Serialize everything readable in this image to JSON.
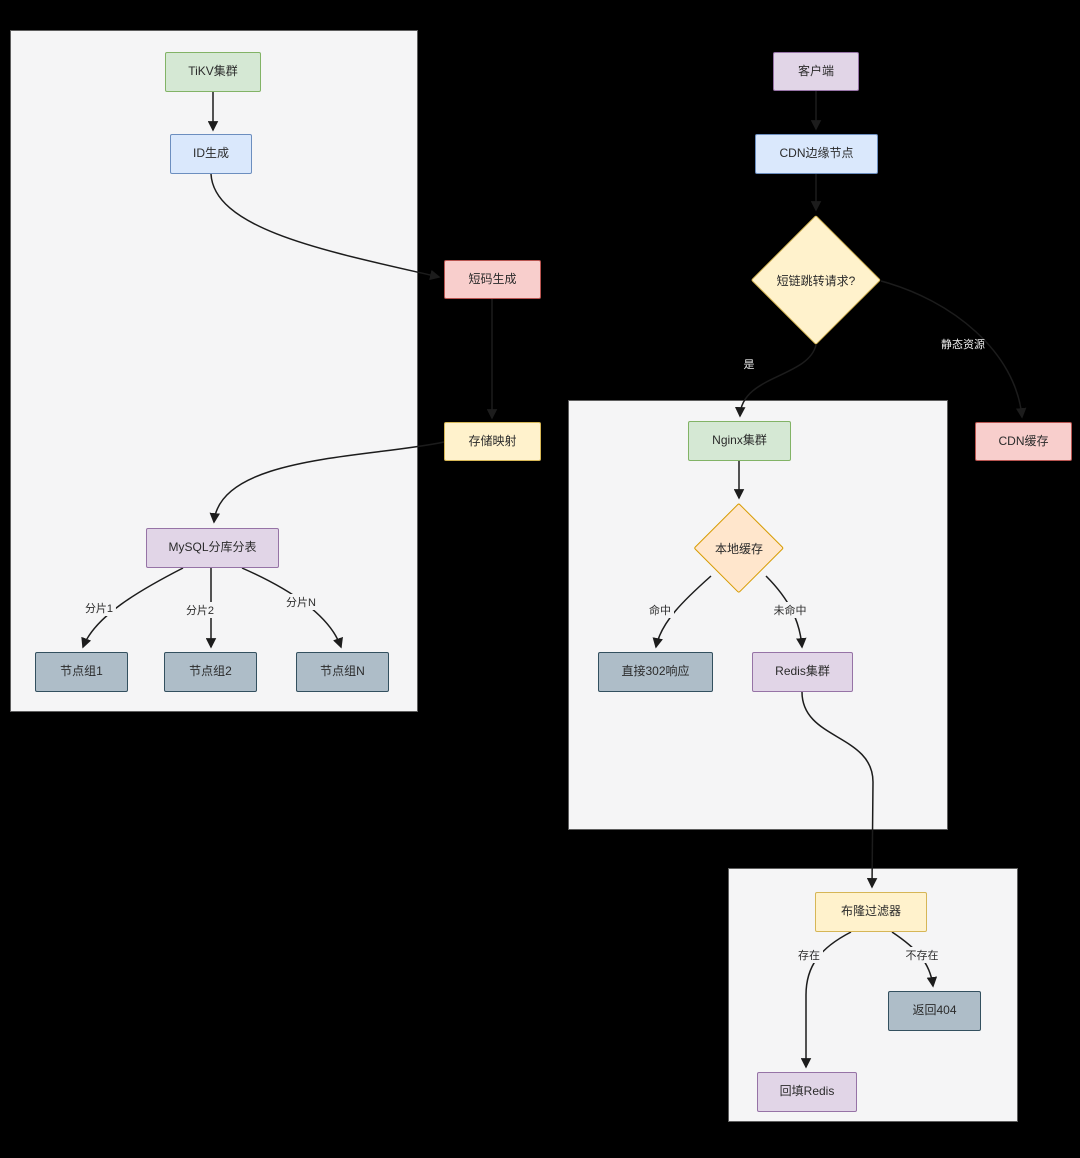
{
  "nodes": {
    "tikv": {
      "label": "TiKV集群"
    },
    "id_gen": {
      "label": "ID生成"
    },
    "short_code": {
      "label": "短码生成"
    },
    "storage_map": {
      "label": "存储映射"
    },
    "mysql_shard": {
      "label": "MySQL分库分表"
    },
    "node_group_1": {
      "label": "节点组1"
    },
    "node_group_2": {
      "label": "节点组2"
    },
    "node_group_n": {
      "label": "节点组N"
    },
    "client": {
      "label": "客户端"
    },
    "cdn_edge": {
      "label": "CDN边缘节点"
    },
    "redirect_decision": {
      "label": "短链跳转请求?"
    },
    "cdn_cache": {
      "label": "CDN缓存"
    },
    "nginx": {
      "label": "Nginx集群"
    },
    "local_cache": {
      "label": "本地缓存"
    },
    "resp_302": {
      "label": "直接302响应"
    },
    "redis": {
      "label": "Redis集群"
    },
    "bloom_filter": {
      "label": "布隆过滤器"
    },
    "return_404": {
      "label": "返回404"
    },
    "backfill_redis": {
      "label": "回填Redis"
    }
  },
  "edge_labels": {
    "yes": "是",
    "static_resource": "静态资源",
    "shard_1": "分片1",
    "shard_2": "分片2",
    "shard_n": "分片N",
    "hit": "命中",
    "miss": "未命中",
    "exists": "存在",
    "not_exists": "不存在"
  },
  "colors": {
    "background": "#000000",
    "panel_fill": "#f5f5f6",
    "panel_border": "#5e5e5e",
    "green_fill": "#d5e8d4",
    "green_stroke": "#82b366",
    "blue_fill": "#dae8fc",
    "blue_stroke": "#6c8ebf",
    "red_fill": "#f8cecc",
    "red_stroke": "#b85450",
    "yellow_fill": "#fff2cc",
    "yellow_stroke": "#d6b656",
    "purple_fill": "#e1d5e7",
    "purple_stroke": "#9673a6",
    "orange_fill": "#ffe6cc",
    "orange_stroke": "#d79b00",
    "gray_fill": "#aebdc8",
    "gray_stroke": "#33505f",
    "edge_stroke": "#1c1c1c"
  }
}
